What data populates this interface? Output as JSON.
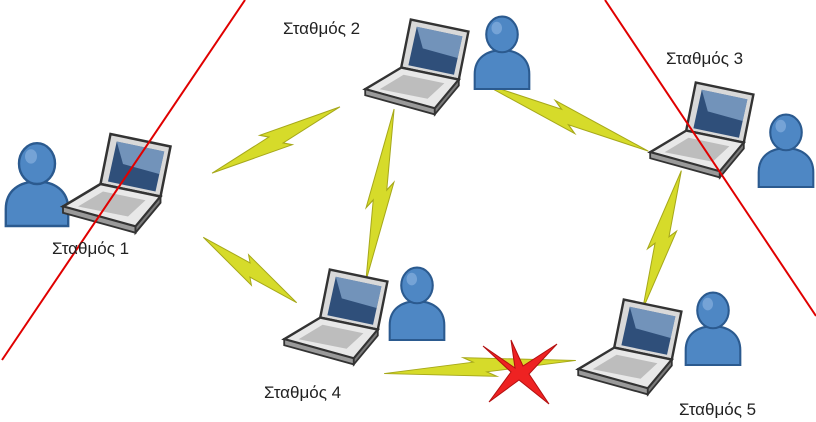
{
  "stations": [
    {
      "id": "1",
      "label": "Σταθμός 1"
    },
    {
      "id": "2",
      "label": "Σταθμός 2"
    },
    {
      "id": "3",
      "label": "Σταθμός 3"
    },
    {
      "id": "4",
      "label": "Σταθμός 4"
    },
    {
      "id": "5",
      "label": "Σταθμός 5"
    }
  ],
  "links": [
    {
      "from": "1",
      "to": "2",
      "status": "active"
    },
    {
      "from": "1",
      "to": "4",
      "status": "active"
    },
    {
      "from": "2",
      "to": "3",
      "status": "active"
    },
    {
      "from": "2",
      "to": "4",
      "status": "active"
    },
    {
      "from": "3",
      "to": "5",
      "status": "active"
    },
    {
      "from": "4",
      "to": "5",
      "status": "broken"
    }
  ],
  "colors": {
    "link": "#d6db2a",
    "link_edge": "#a6a81a",
    "broken_marker": "#ee2222",
    "overlay_lines": "#e00000",
    "user_body": "#4e87c4",
    "user_dark": "#2b5a8f",
    "laptop_body": "#e6e6e6",
    "laptop_screen": "#2f4f7a"
  },
  "icons": {
    "laptop": "laptop-icon",
    "user": "user-icon",
    "wireless_link": "lightning-bolt-icon",
    "broken": "red-x-icon"
  }
}
